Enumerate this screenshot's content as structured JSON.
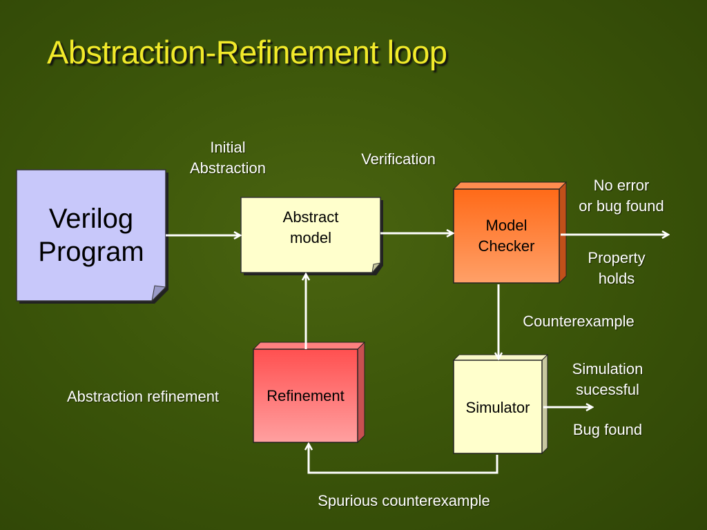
{
  "title": "Abstraction-Refinement loop",
  "nodes": {
    "verilog": "Verilog\nProgram",
    "abstract_model": "Abstract\nmodel",
    "model_checker": "Model\nChecker",
    "refinement": "Refinement",
    "simulator": "Simulator"
  },
  "labels": {
    "initial_abstraction": "Initial\nAbstraction",
    "verification": "Verification",
    "no_error": "No error\nor bug found",
    "property_holds": "Property\nholds",
    "counterexample": "Counterexample",
    "simulation_successful": "Simulation\nsucessful",
    "bug_found": "Bug found",
    "abstraction_refinement": "Abstraction refinement",
    "spurious": "Spurious counterexample"
  },
  "colors": {
    "title": "#f2ea2a",
    "verilog": "#c8c8fa",
    "abstract": "#ffffcc",
    "checker": "#ff7a30",
    "refinement": "#ff6b6b",
    "simulator": "#ffffcc"
  }
}
